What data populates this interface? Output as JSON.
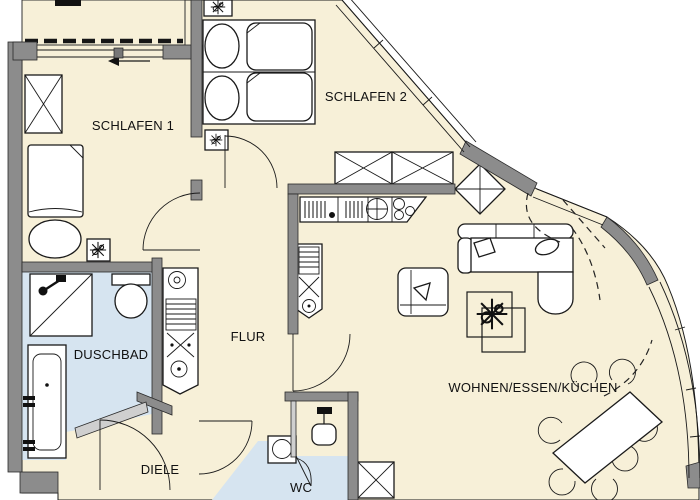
{
  "plan": {
    "rooms": {
      "schlafen1": "SCHLAFEN 1",
      "schlafen2": "SCHLAFEN 2",
      "duschbad": "DUSCHBAD",
      "flur": "FLUR",
      "diele": "DIELE",
      "wc": "WC",
      "wohnen": "WOHNEN/ESSEN/KÜCHEN"
    },
    "colors": {
      "floor": "#f7f0d8",
      "bath_floor": "#d6e4f0",
      "wall": "#8c8c8c",
      "line": "#1a1a1a",
      "background": "#ffffff"
    }
  }
}
